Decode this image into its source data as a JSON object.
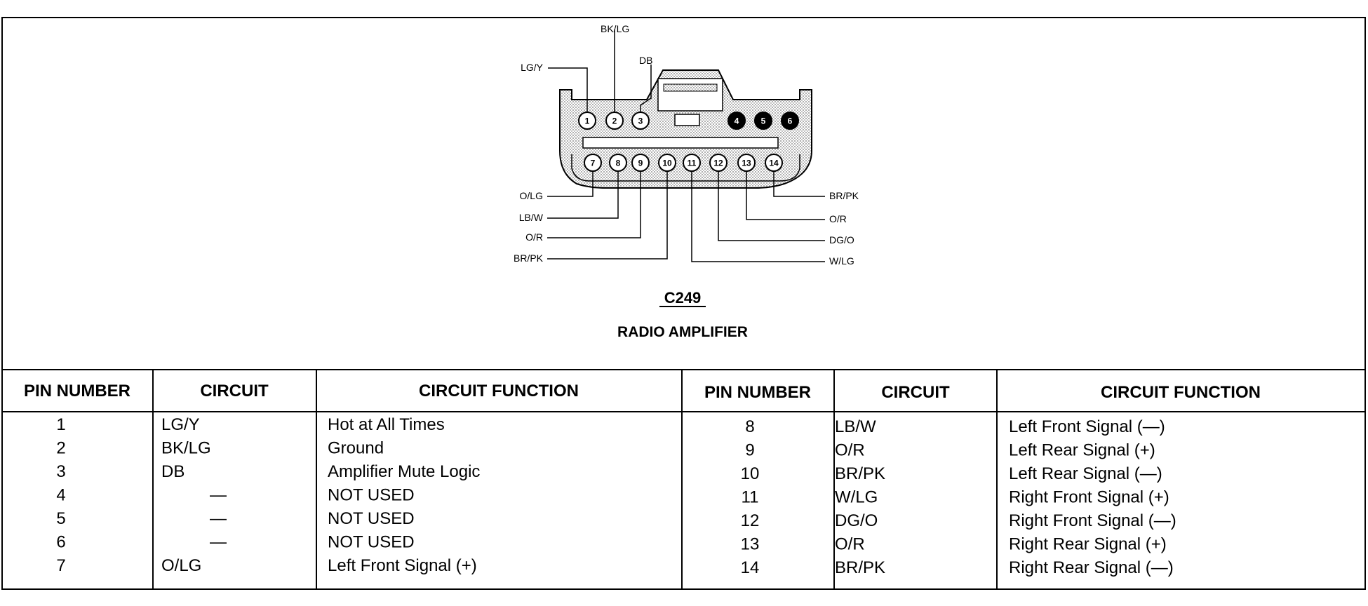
{
  "connector": {
    "id": "C249",
    "name": "RADIO AMPLIFIER",
    "pins_top": [
      "1",
      "2",
      "3",
      "4",
      "5",
      "6"
    ],
    "pins_bottom": [
      "7",
      "8",
      "9",
      "10",
      "11",
      "12",
      "13",
      "14"
    ],
    "wire_labels": {
      "p1": "LG/Y",
      "p2": "BK/LG",
      "p3": "DB",
      "p7": "O/LG",
      "p8": "LB/W",
      "p9": "O/R",
      "p10": "BR/PK",
      "p11": "W/LG",
      "p12": "DG/O",
      "p13": "O/R",
      "p14": "BR/PK"
    }
  },
  "table": {
    "headers": [
      "PIN NUMBER",
      "CIRCUIT",
      "CIRCUIT FUNCTION",
      "PIN NUMBER",
      "CIRCUIT",
      "CIRCUIT FUNCTION"
    ],
    "left_rows": [
      {
        "pin": "1",
        "circuit": "LG/Y",
        "function": "Hot at All Times"
      },
      {
        "pin": "2",
        "circuit": "BK/LG",
        "function": "Ground"
      },
      {
        "pin": "3",
        "circuit": "DB",
        "function": "Amplifier Mute Logic"
      },
      {
        "pin": "4",
        "circuit": "—",
        "function": "NOT USED"
      },
      {
        "pin": "5",
        "circuit": "—",
        "function": "NOT USED"
      },
      {
        "pin": "6",
        "circuit": "—",
        "function": "NOT USED"
      },
      {
        "pin": "7",
        "circuit": "O/LG",
        "function": "Left Front Signal (+)"
      }
    ],
    "right_rows": [
      {
        "pin": "8",
        "circuit": "LB/W",
        "function": "Left Front Signal (—)"
      },
      {
        "pin": "9",
        "circuit": "O/R",
        "function": "Left Rear Signal (+)"
      },
      {
        "pin": "10",
        "circuit": "BR/PK",
        "function": "Left Rear Signal (—)"
      },
      {
        "pin": "11",
        "circuit": "W/LG",
        "function": "Right Front Signal (+)"
      },
      {
        "pin": "12",
        "circuit": "DG/O",
        "function": "Right Front Signal (—)"
      },
      {
        "pin": "13",
        "circuit": "O/R",
        "function": "Right Rear Signal (+)"
      },
      {
        "pin": "14",
        "circuit": "BR/PK",
        "function": "Right Rear Signal (—)"
      }
    ]
  }
}
